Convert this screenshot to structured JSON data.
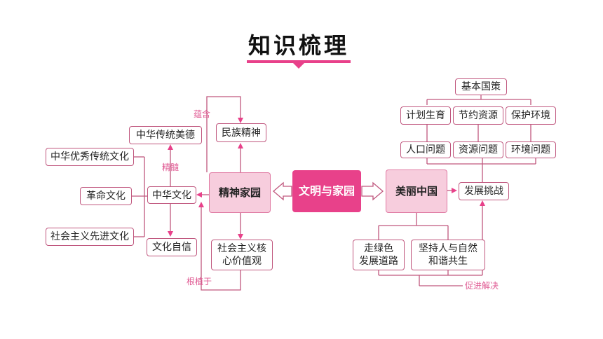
{
  "title": "知识梳理",
  "nodes": {
    "center": "文明与家园",
    "spirit_home": "精神家园",
    "beautiful_china": "美丽中国",
    "zhonghua_culture": "中华文化",
    "virtue": "中华传统美德",
    "excellent_culture": "中华优秀传统文化",
    "revolution_culture": "革命文化",
    "socialist_culture": "社会主义先进文化",
    "confidence": "文化自信",
    "national_spirit": "民族精神",
    "core_values_line1": "社会主义核",
    "core_values_line2": "心价值观",
    "challenge": "发展挑战",
    "policy": "基本国策",
    "family_planning": "计划生育",
    "resource_saving": "节约资源",
    "env_protect": "保护环境",
    "population": "人口问题",
    "resource_problem": "资源问题",
    "env_problem": "环境问题",
    "green_line1": "走绿色",
    "green_line2": "发展道路",
    "harmony_line1": "坚持人与自然",
    "harmony_line2": "和谐共生"
  },
  "labels": {
    "contains": "蕴含",
    "essence": "精髓",
    "rooted": "根植于",
    "promote": "促进解决"
  }
}
